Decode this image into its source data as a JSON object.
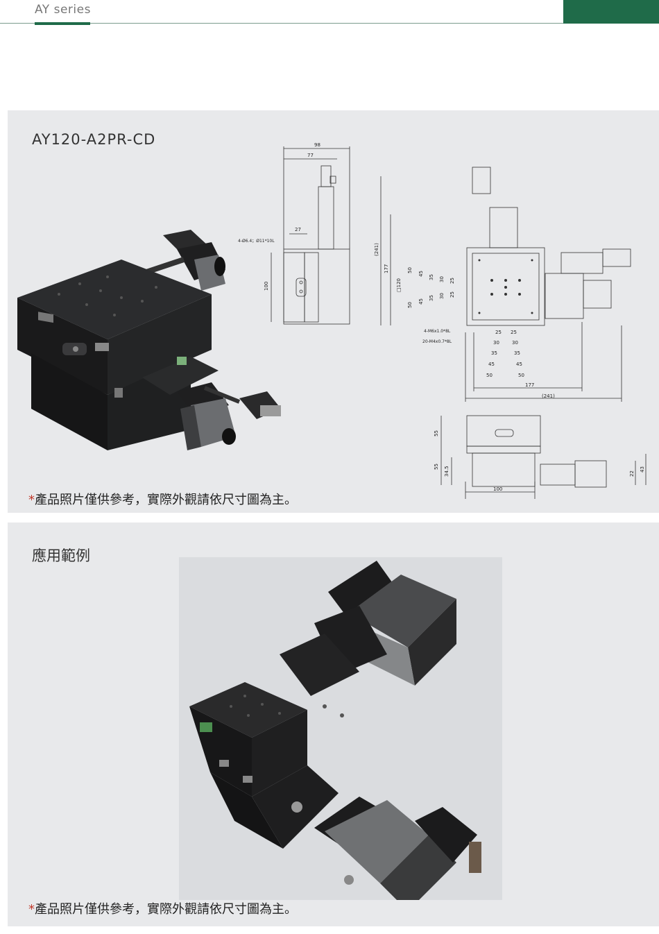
{
  "header": {
    "series_title": "AY series"
  },
  "product": {
    "model_name": "AY120-A2PR-CD",
    "note_star": "*",
    "note_text": "產品照片僅供參考，實際外觀請依尺寸圖為主。"
  },
  "application": {
    "title": "應用範例",
    "note_star": "*",
    "note_text": "產品照片僅供參考，實際外觀請依尺寸圖為主。"
  },
  "drawing": {
    "side": {
      "d98": "98",
      "d77": "77",
      "d27": "27",
      "hole_spec": "4-Ø6.4；Ø11*10L",
      "d100": "100"
    },
    "top": {
      "d241v": "(241)",
      "d177v": "177",
      "d120": "□120",
      "v50a": "50",
      "v45a": "45",
      "v35a": "35",
      "v30a": "30",
      "v25a": "25",
      "v50b": "50",
      "v45b": "45",
      "v35b": "35",
      "v30b": "30",
      "v25b": "25",
      "tap1": "4-M6x1.0*8L",
      "tap2": "20-M4x0.7*8L",
      "h25a": "25",
      "h25b": "25",
      "h30a": "30",
      "h30b": "30",
      "h35a": "35",
      "h35b": "35",
      "h45a": "45",
      "h45b": "45",
      "h50a": "50",
      "h50b": "50",
      "d177h": "177",
      "d241h": "(241)"
    },
    "front": {
      "d55a": "55",
      "d55b": "55",
      "d345": "34.5",
      "d22": "22",
      "d43": "43",
      "d100": "100"
    }
  },
  "colors": {
    "brand_green": "#1f6b49",
    "panel_bg": "#e8e9eb",
    "note_star": "#c0392b"
  }
}
